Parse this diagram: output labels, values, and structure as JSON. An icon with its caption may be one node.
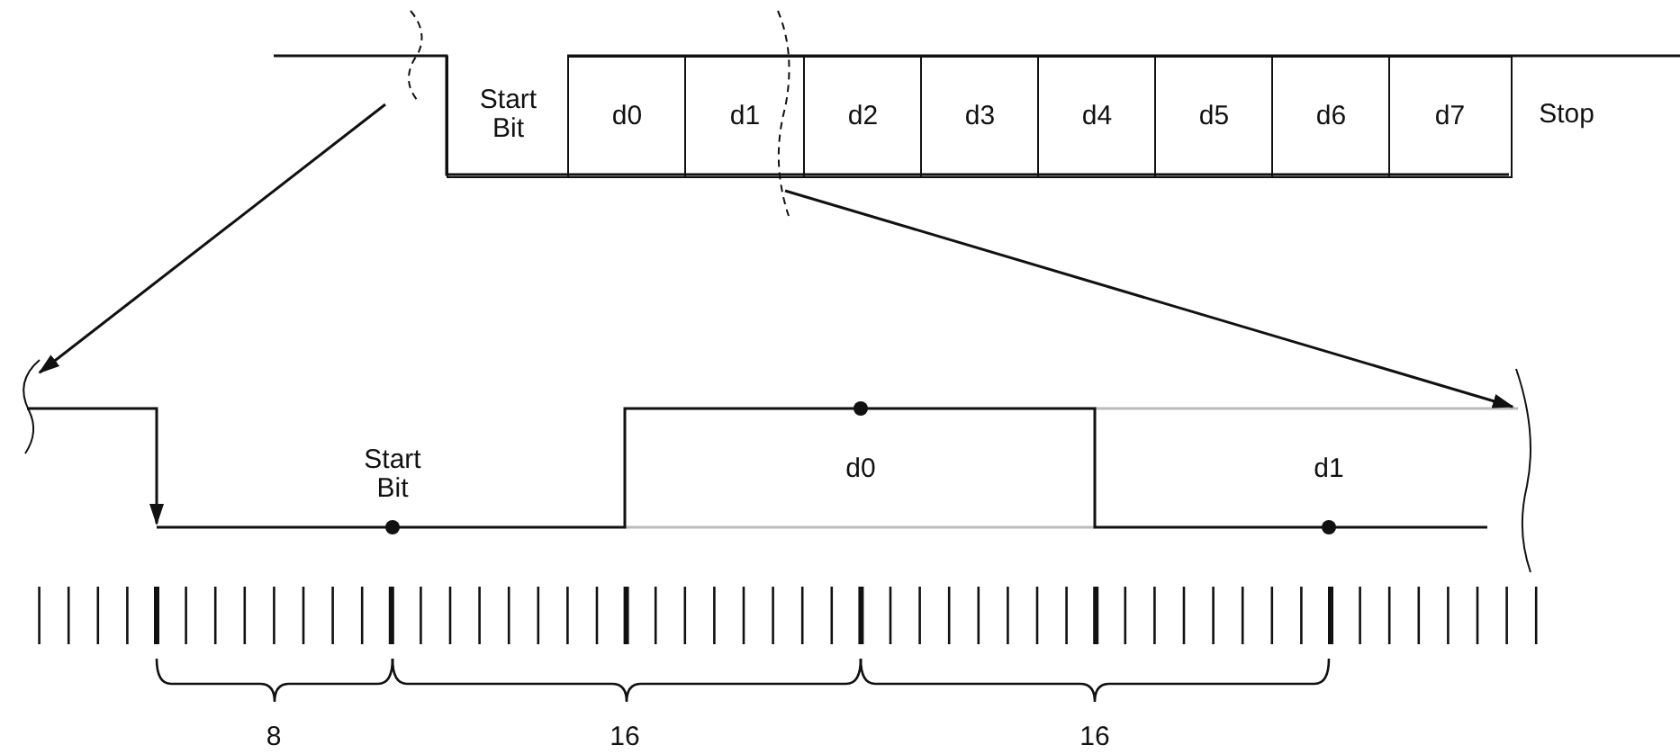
{
  "diagram": {
    "nodes": [
      {
        "text": [
          "Start Bit"
        ]
      },
      {
        "text": [
          "d0"
        ]
      },
      {
        "text": [
          "d1"
        ]
      },
      {
        "text": [
          "d2"
        ]
      },
      {
        "text": [
          "d3"
        ]
      },
      {
        "text": [
          "d4"
        ]
      },
      {
        "text": [
          "d5"
        ]
      },
      {
        "text": [
          "d6"
        ]
      },
      {
        "text": [
          "d7"
        ]
      },
      {
        "text": [],
        "shape": "break"
      },
      {
        "text": [],
        "shape": "break"
      },
      {
        "text": [],
        "shape": "break"
      },
      {
        "text": [],
        "shape": "break"
      }
    ],
    "edges": [
      {
        "from": 9,
        "to": 11,
        "arrow": "to"
      },
      {
        "from": 10,
        "to": 12,
        "arrow": "to"
      }
    ],
    "labels": [
      "Stop",
      "Start Bit",
      "d0",
      "d1",
      "8",
      "16",
      "16"
    ]
  }
}
